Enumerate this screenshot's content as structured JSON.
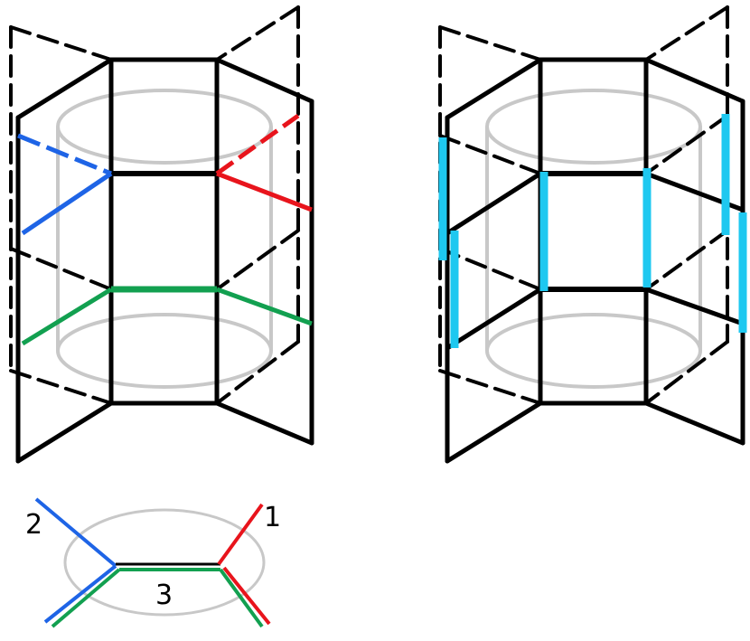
{
  "labels": {
    "one": "1",
    "two": "2",
    "three": "3"
  },
  "colors": {
    "red": "#e8141c",
    "blue": "#1e64e6",
    "green": "#12a050",
    "cyan": "#1ec8f0",
    "gray": "#c8c8c8",
    "black": "#000000"
  }
}
